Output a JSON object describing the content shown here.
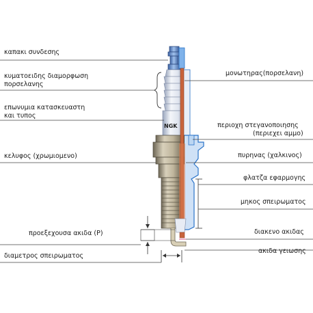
{
  "labels_left": [
    {
      "id": "cap",
      "text": "καπακι συνδεσης"
    },
    {
      "id": "porcelain_shape_1",
      "text": "κυματοειδης διαμορφωση"
    },
    {
      "id": "porcelain_shape_2",
      "text": "πορσελανης"
    },
    {
      "id": "brand_1",
      "text": "επωνυμια κατασκευαστη"
    },
    {
      "id": "brand_2",
      "text": "και τυπος"
    },
    {
      "id": "shell",
      "text": "κελυφος (χρωμιομενο)"
    },
    {
      "id": "projected_tip",
      "text": "προεξεχουσα ακιδα (P)"
    },
    {
      "id": "thread_diameter",
      "text": "διαμετρος σπειρωματος"
    }
  ],
  "labels_right": [
    {
      "id": "insulator",
      "text": "μονωτηρας(πορσελανη)"
    },
    {
      "id": "sealing_1",
      "text": "περιοχη στεγανοποιησης"
    },
    {
      "id": "sealing_2",
      "text": "(περιεχει αμμο)"
    },
    {
      "id": "core",
      "text": "πυρηνας (χαλκινος)"
    },
    {
      "id": "flange",
      "text": "φλατζα εφαρμογης"
    },
    {
      "id": "thread_length",
      "text": "μηκος σπειρωματος"
    },
    {
      "id": "gap",
      "text": "διακενο ακιδας"
    },
    {
      "id": "ground_electrode",
      "text": "ακιδα γειωσης"
    }
  ],
  "brand_mark": "NGK",
  "colors": {
    "porcelain": "#eef1f6",
    "porcelain_shade": "#b9c3d6",
    "cap_blue": "#5a86c8",
    "shell": "#c9c0a8",
    "shell_dark": "#7d7565",
    "copper_core": "#c8643c",
    "cutaway_blue": "#2a73c8",
    "leader": "#444444"
  }
}
